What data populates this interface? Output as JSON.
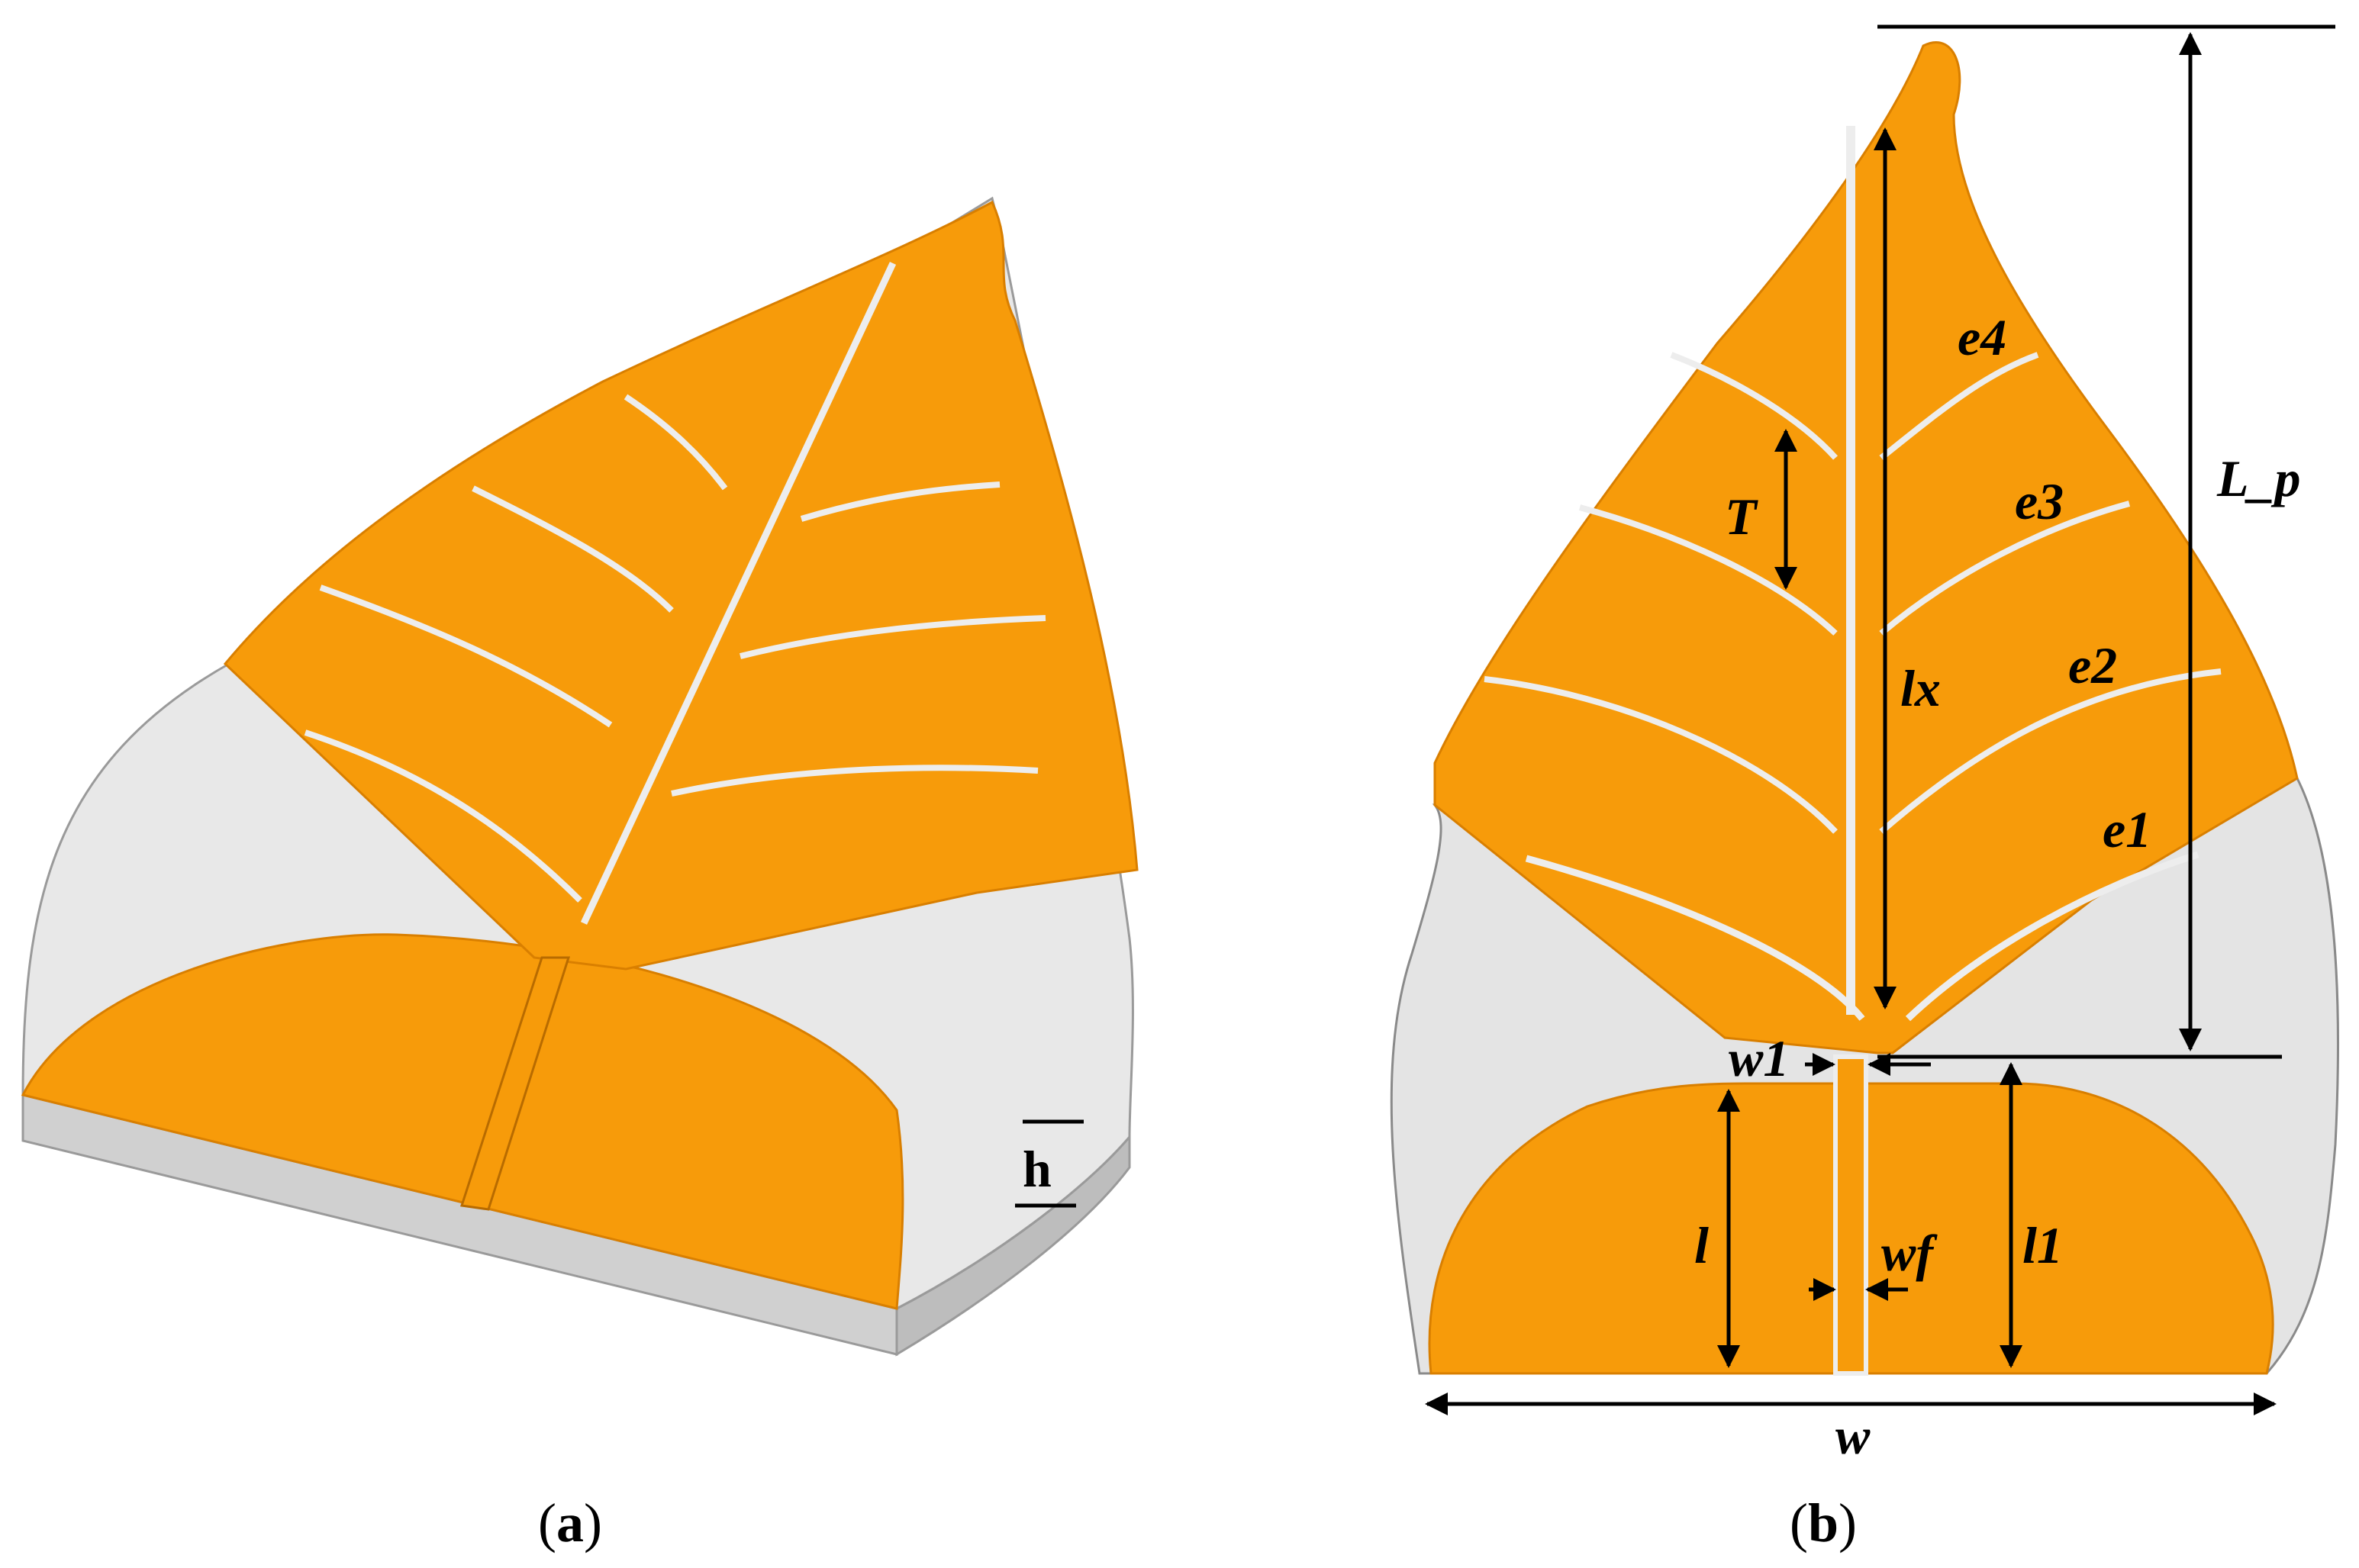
{
  "panels": [
    {
      "id": "a",
      "caption_open": "(",
      "caption_letter": "a",
      "caption_close": ")"
    },
    {
      "id": "b",
      "caption_open": "(",
      "caption_letter": "b",
      "caption_close": ")"
    }
  ],
  "labels": {
    "h": "h",
    "L_p": "L_p",
    "lx": "lx",
    "T": "T",
    "e1": "e1",
    "e2": "e2",
    "e3": "e3",
    "e4": "e4",
    "w1": "w1",
    "wf": "wf",
    "l": "l",
    "l1": "l1",
    "w": "w"
  },
  "colors": {
    "patch": "#F79B0A",
    "patch_edge": "#D97F00",
    "substrate": "#E4E4E4",
    "substrate_side": "#C8C8C8",
    "slot": "#EDEDED",
    "dimension": "#000000"
  }
}
